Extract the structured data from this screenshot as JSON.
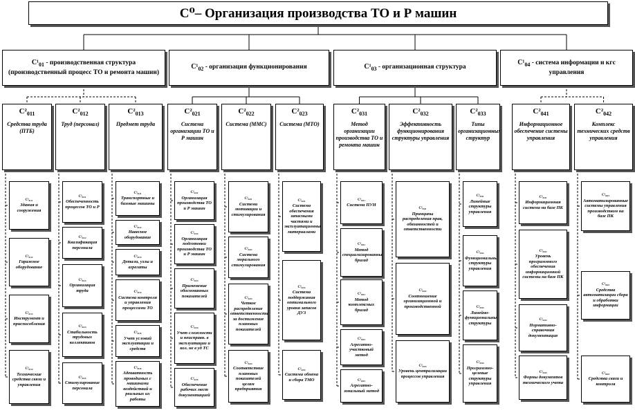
{
  "root": {
    "code": "C⁰",
    "title": "– Организация производства ТО и Р машин"
  },
  "level1": [
    {
      "code": "C¹",
      "sub": "01",
      "title": " - производственная структура (производственный процесс ТО и ремонта машин)"
    },
    {
      "code": "C¹",
      "sub": "02",
      "title": " - организация функционирования"
    },
    {
      "code": "C¹",
      "sub": "03",
      "title": " - организационная структура"
    },
    {
      "code": "C¹",
      "sub": "04",
      "title": " - система информации и кгс управления"
    }
  ],
  "level2": [
    {
      "code": "C²",
      "sub": "011",
      "title": "Средства труда (ПТБ)"
    },
    {
      "code": "C²",
      "sub": "012",
      "title": "Труд (персонал)"
    },
    {
      "code": "C²",
      "sub": "013",
      "title": "Предмет труда"
    },
    {
      "code": "C²",
      "sub": "021",
      "title": "Система организации ТО и Р машин"
    },
    {
      "code": "C²",
      "sub": "022",
      "title": "Система (ММС)"
    },
    {
      "code": "C²",
      "sub": "023",
      "title": "Система (МТО)"
    },
    {
      "code": "C²",
      "sub": "031",
      "title": "Метод организации производства ТО и ремонта машин"
    },
    {
      "code": "C²",
      "sub": "032",
      "title": "Эффективность функционирования структуры управления"
    },
    {
      "code": "C²",
      "sub": "033",
      "title": "Типы организационных структур"
    },
    {
      "code": "C²",
      "sub": "041",
      "title": "Информационное обеспечение системы управления"
    },
    {
      "code": "C²",
      "sub": "042",
      "title": "Комплекс технических средств управления"
    }
  ],
  "leaves": [
    [
      {
        "code": "C³₀₁₁₁",
        "text": "Здания и сооружения"
      },
      {
        "code": "C³₀₁₁₂",
        "text": "Гаражное оборудование"
      },
      {
        "code": "C³₀₁₁₃",
        "text": "Инструмент и приспособления"
      },
      {
        "code": "C³₀₁₁₄",
        "text": "Технические средства связи и управления"
      }
    ],
    [
      {
        "code": "C³₀₁₂₁",
        "text": "Обеспеченность процессов ТО и Р"
      },
      {
        "code": "C³₀₁₂₂",
        "text": "Квалификация персонала"
      },
      {
        "code": "C³₀₁₂₃",
        "text": "Организация труда"
      },
      {
        "code": "C³₀₁₂₄",
        "text": "Стабильность трудовых коллективов"
      },
      {
        "code": "C³₀₁₂₅",
        "text": "Стимулирование персонала"
      }
    ],
    [
      {
        "code": "C³₀₁₃₁",
        "text": "Транспортные и базовые машины"
      },
      {
        "code": "C³₀₁₃₂",
        "text": "Навесное оборудование"
      },
      {
        "code": "C³₀₁₃₃",
        "text": "Детали, узлы и агрегаты"
      },
      {
        "code": "C³₀₁₃₄",
        "text": "Система контроля и управления процессами ТО"
      },
      {
        "code": "C³₀₁₃₅",
        "text": "Учет условий эксплуатации и средств"
      },
      {
        "code": "C³₀₁₃₆",
        "text": "Адекватность проводимых с машинами воздействий и реальных их работы"
      }
    ],
    [
      {
        "code": "C³₀₂₁₁",
        "text": "Организация производства ТО и Р машин"
      },
      {
        "code": "C³₀₂₁₂",
        "text": "Организация подготовки производства ТО и Р машин"
      },
      {
        "code": "C³₀₂₁₃",
        "text": "Применение обоснованных показателей"
      },
      {
        "code": "C³₀₂₁₄",
        "text": "Учет сложности и неисправн. в эксплуатации и кол. не в уд ТС"
      },
      {
        "code": "C³₀₂₁₅",
        "text": "Обеспечение рабочих мест документацией"
      }
    ],
    [
      {
        "code": "C³₀₂₂₁",
        "text": "Система мотивации и стимулирования"
      },
      {
        "code": "C³₀₂₂₂",
        "text": "Система морального стимулирования"
      },
      {
        "code": "C³₀₂₂₃",
        "text": "Четкое распределение ответственности за достижение плановых показателей"
      },
      {
        "code": "C³₀₂₂₄",
        "text": "Соответствие плановых показателей целям предприятия"
      }
    ],
    [
      {
        "code": "C³₀₂₃₁",
        "text": "Система обеспечения запасными частями и эксплуатационными материалами"
      },
      {
        "code": "C³₀₂₃₂",
        "text": "Система поддержания оптимального уровня запасов ДУЗ"
      },
      {
        "code": "C³₀₂₃₃",
        "text": "Система обмена и сбора ТМО"
      }
    ],
    [
      {
        "code": "C³₀₃₁₁",
        "text": "Система ПУН"
      },
      {
        "code": "C³₀₃₁₂",
        "text": "Метод специализированных бригад"
      },
      {
        "code": "C³₀₃₁₃",
        "text": "Метод комплексных бригад"
      },
      {
        "code": "C³₀₃₁₄",
        "text": "Агрегатно-участковый метод"
      },
      {
        "code": "C³₀₃₁₅",
        "text": "Агрегатно-зональный метод"
      }
    ],
    [
      {
        "code": "C³₀₃₂₁",
        "text": "Принципы распределения прав, обязанностей и ответственности"
      },
      {
        "code": "C³₀₃₂₂",
        "text": "Соотношение организационной и производственной"
      },
      {
        "code": "C³₀₃₂₃",
        "text": "Уровень централизации процессов управления"
      }
    ],
    [
      {
        "code": "C³₀₃₃₁",
        "text": "Линейные структуры управления"
      },
      {
        "code": "C³₀₃₃₂",
        "text": "Функциональные структуры управления"
      },
      {
        "code": "C³₀₃₃₃",
        "text": "Линейно-функциональные структуры"
      },
      {
        "code": "C³₀₃₃₄",
        "text": "Программно-целевые структуры управления"
      }
    ],
    [
      {
        "code": "C³₀₄₁₁",
        "text": "Информационная система на базе ПК"
      },
      {
        "code": "C³₀₄₁₂",
        "text": "Уровень программного обеспечения информационной системы на базе ПК"
      },
      {
        "code": "C³₀₄₁₃",
        "text": "Нормативно-справочная документация"
      },
      {
        "code": "C³₀₄₁₄",
        "text": "Формы документов технического учета"
      }
    ],
    [
      {
        "code": "C³₀₄₂₁",
        "text": "Автоматизированные системы управления производством на базе ПК"
      },
      {
        "code": "C³₀₄₂₂",
        "text": "Средства автоматизации сбора и обработки информации"
      },
      {
        "code": "C³₀₄₂₃",
        "text": "Средства связи и контроля"
      }
    ]
  ]
}
